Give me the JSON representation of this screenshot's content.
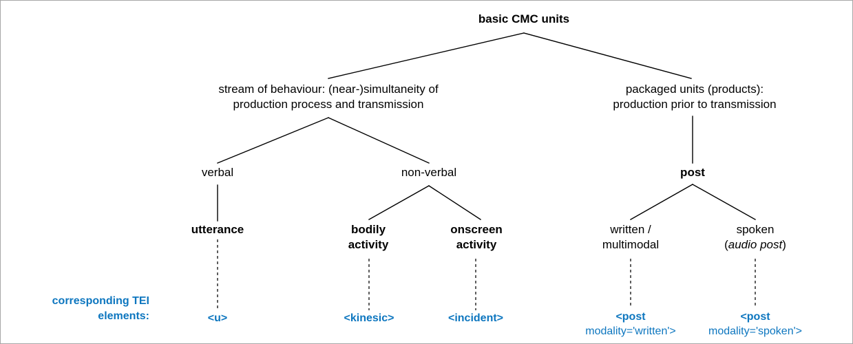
{
  "diagram": {
    "title": "basic CMC units",
    "root": {
      "label": "basic CMC units"
    },
    "level2": {
      "stream": {
        "line1": "stream of behaviour: (near-)simultaneity of",
        "line2": "production process and transmission"
      },
      "packaged": {
        "line1": "packaged units (products):",
        "line2": "production prior to transmission"
      }
    },
    "level3": {
      "verbal": "verbal",
      "nonverbal": "non-verbal",
      "post": "post"
    },
    "level4": {
      "utterance": "utterance",
      "bodily": {
        "line1": "bodily",
        "line2": "activity"
      },
      "onscreen": {
        "line1": "onscreen",
        "line2": "activity"
      },
      "written": {
        "line1": "written /",
        "line2": "multimodal"
      },
      "spoken": {
        "line1": "spoken",
        "line2_open": "(",
        "line2_italic": "audio post",
        "line2_close": ")"
      }
    },
    "tei": {
      "legend_line1": "corresponding TEI",
      "legend_line2": "elements:",
      "u": "<u>",
      "kinesic": "<kinesic>",
      "incident": "<incident>",
      "post_written": {
        "tag": "<post",
        "attr": "modality='written'>"
      },
      "post_spoken": {
        "tag": "<post",
        "attr": "modality='spoken'>"
      }
    },
    "colors": {
      "text": "#000000",
      "tei_blue": "#0d76bf",
      "edge": "#000000",
      "border": "#a6a6a6",
      "background": "#ffffff"
    }
  }
}
